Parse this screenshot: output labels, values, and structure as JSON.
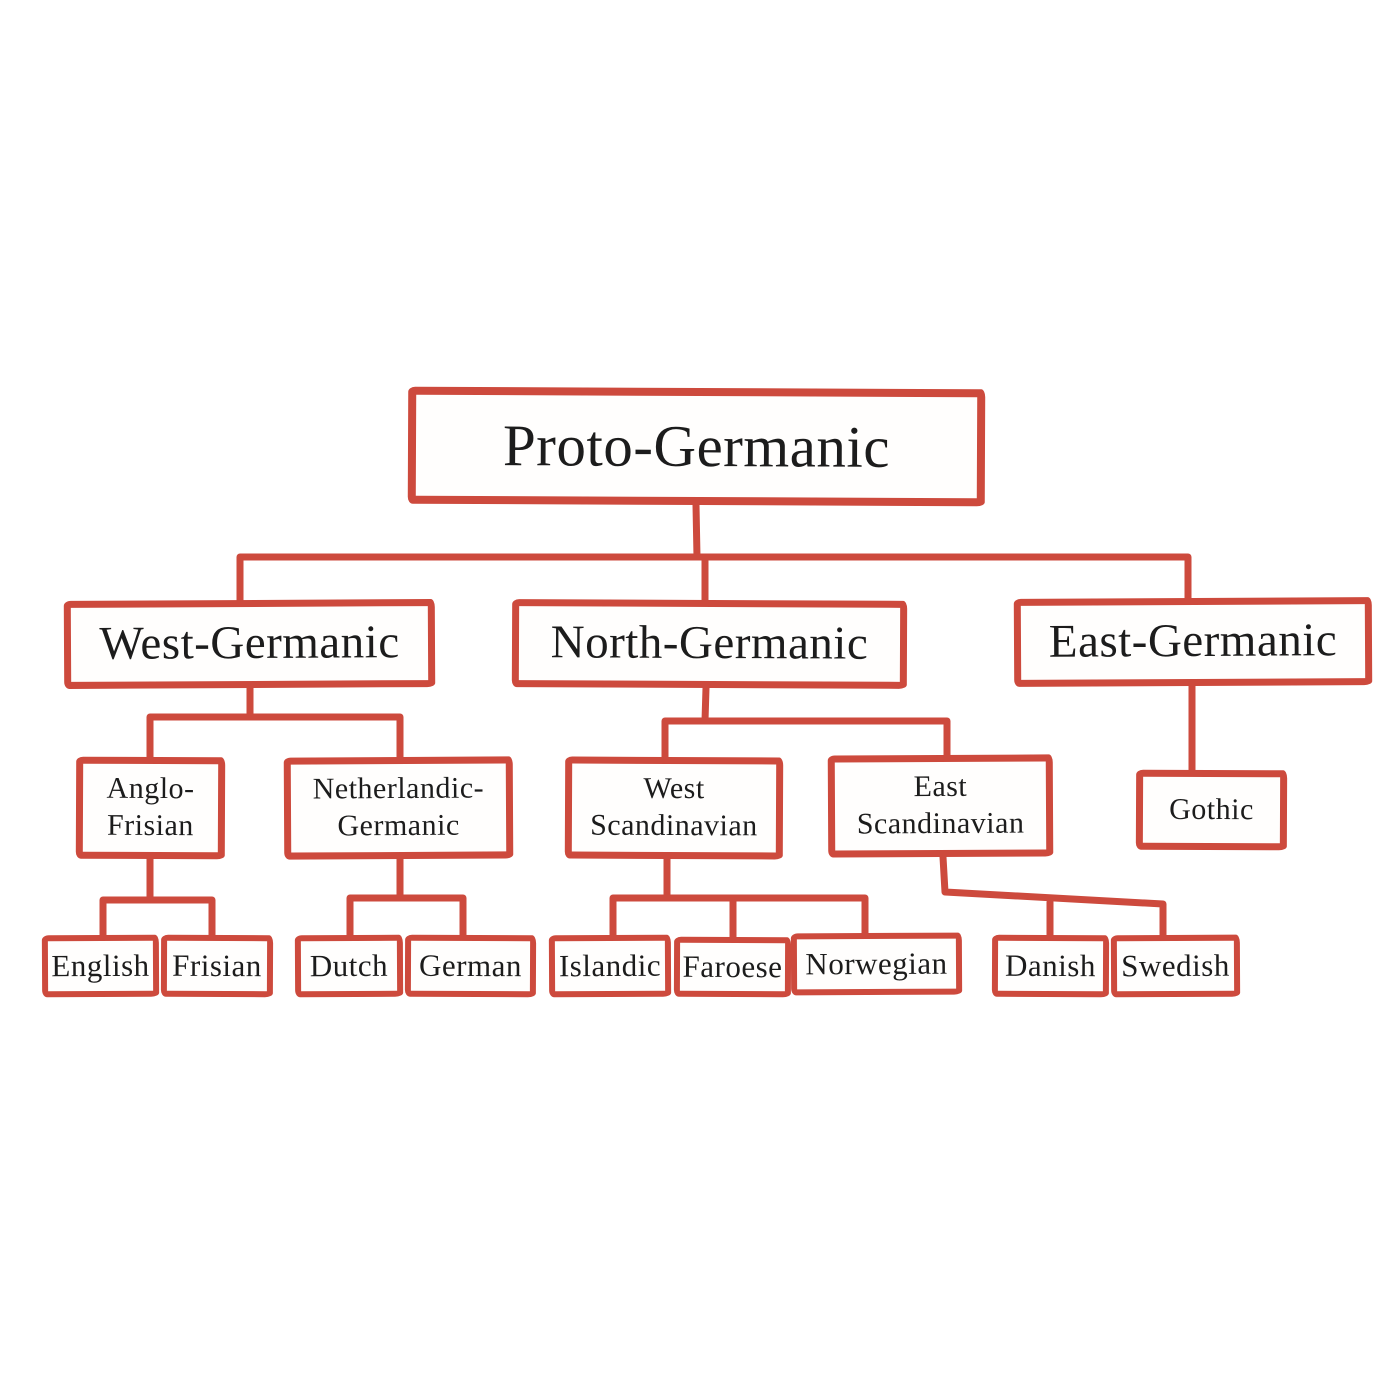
{
  "diagram": {
    "type": "family-tree",
    "subject": "Germanic languages",
    "accent_color": "#cd4a3d",
    "text_color": "#1c1c1c",
    "background_color": "#ffffff",
    "nodes": {
      "proto_germanic": {
        "label": "Proto-Germanic"
      },
      "west_germanic": {
        "label": "West-Germanic"
      },
      "north_germanic": {
        "label": "North-Germanic"
      },
      "east_germanic": {
        "label": "East-Germanic"
      },
      "anglo_frisian": {
        "label": "Anglo-\nFrisian"
      },
      "netherlandic_germanic": {
        "label": "Netherlandic-\nGermanic"
      },
      "west_scandinavian": {
        "label": "West\nScandinavian"
      },
      "east_scandinavian": {
        "label": "East\nScandinavian"
      },
      "gothic": {
        "label": "Gothic"
      },
      "english": {
        "label": "English"
      },
      "frisian": {
        "label": "Frisian"
      },
      "dutch": {
        "label": "Dutch"
      },
      "german": {
        "label": "German"
      },
      "islandic": {
        "label": "Islandic"
      },
      "faroese": {
        "label": "Faroese"
      },
      "norwegian": {
        "label": "Norwegian"
      },
      "danish": {
        "label": "Danish"
      },
      "swedish": {
        "label": "Swedish"
      }
    },
    "edges": [
      {
        "from": "Proto-Germanic",
        "to": "West-Germanic"
      },
      {
        "from": "Proto-Germanic",
        "to": "North-Germanic"
      },
      {
        "from": "Proto-Germanic",
        "to": "East-Germanic"
      },
      {
        "from": "West-Germanic",
        "to": "Anglo-Frisian"
      },
      {
        "from": "West-Germanic",
        "to": "Netherlandic-Germanic"
      },
      {
        "from": "North-Germanic",
        "to": "West Scandinavian"
      },
      {
        "from": "North-Germanic",
        "to": "East Scandinavian"
      },
      {
        "from": "East-Germanic",
        "to": "Gothic"
      },
      {
        "from": "Anglo-Frisian",
        "to": "English"
      },
      {
        "from": "Anglo-Frisian",
        "to": "Frisian"
      },
      {
        "from": "Netherlandic-Germanic",
        "to": "Dutch"
      },
      {
        "from": "Netherlandic-Germanic",
        "to": "German"
      },
      {
        "from": "West Scandinavian",
        "to": "Islandic"
      },
      {
        "from": "West Scandinavian",
        "to": "Faroese"
      },
      {
        "from": "West Scandinavian",
        "to": "Norwegian"
      },
      {
        "from": "East Scandinavian",
        "to": "Danish"
      },
      {
        "from": "East Scandinavian",
        "to": "Swedish"
      }
    ]
  }
}
